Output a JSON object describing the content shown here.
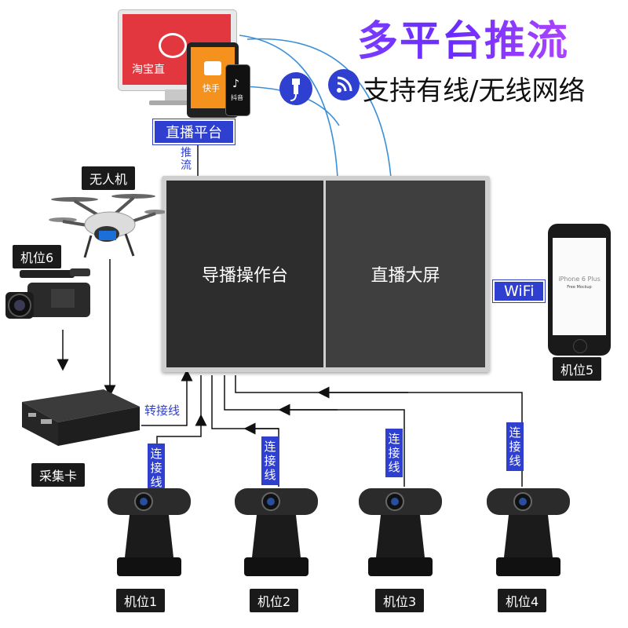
{
  "title": "多平台推流",
  "subtitle": "支持有线/无线网络",
  "platform_label": "直播平台",
  "push_label": "推流",
  "console_label": "导播操作台",
  "bigscreen_label": "直播大屏",
  "wifi_label": "WiFi",
  "adapter_label": "转接线",
  "capture_label": "采集卡",
  "drone_label": "无人机",
  "camera6_label": "机位6",
  "phone_label": "机位5",
  "cable_label": "连接线",
  "webcams": [
    "机位1",
    "机位2",
    "机位3",
    "机位4"
  ],
  "screen_texts": {
    "taobao": "淘宝直",
    "kuaishou": "快手",
    "douyin": "抖音",
    "phone_model": "iPhone 6 Plus",
    "phone_sub": "Free Mockup"
  },
  "colors": {
    "accent": "#2f3fd0",
    "wire_blue": "#3a8fd8",
    "title_gradient_start": "#7a3cff",
    "title_gradient_end": "#c24bff"
  },
  "icons": [
    "monitor-icon",
    "tablet-icon",
    "phone-icon",
    "usb-cable-icon",
    "wireless-signal-icon",
    "drone-icon",
    "camcorder-icon",
    "capture-card-icon",
    "webcam-icon",
    "iphone-icon"
  ]
}
